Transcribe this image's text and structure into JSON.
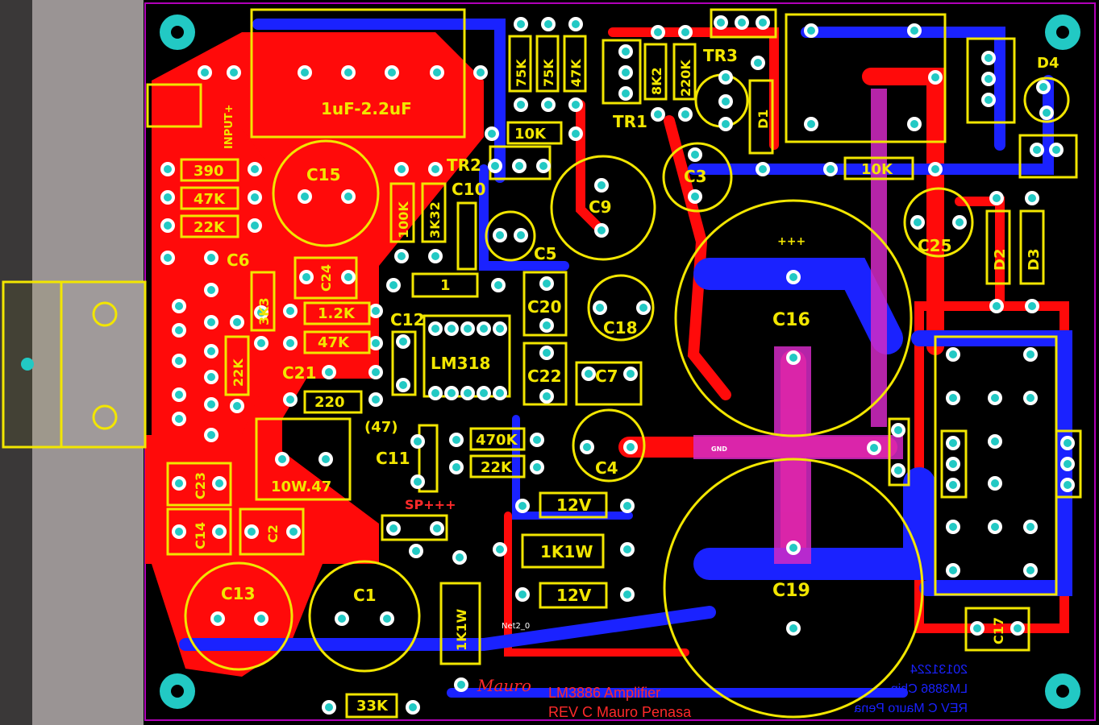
{
  "board": {
    "title_line1": "LM3886 Amplifier",
    "title_line2": "REV C Mauro Penasa",
    "mirror_line1": "20131224",
    "mirror_line2": "LM3886 Chip",
    "mirror_line3": "REV C Mauro Pena",
    "signature": "Mauro",
    "colors": {
      "background": "#000000",
      "top_copper": "#ff0a0a",
      "bottom_copper": "#1a22ff",
      "silkscreen": "#f2e600",
      "pad": "#22c9c4",
      "outline": "#b100b8",
      "heatsink": "#9a9494"
    }
  },
  "labels": {
    "input": "INPUT+",
    "cap_film": "1uF-2.2uF",
    "C15": "C15",
    "C6": "C6",
    "C24": "C24",
    "C12": "C12",
    "C21": "C21",
    "C23": "C23",
    "C14": "C14",
    "C2": "C2",
    "C13": "C13",
    "C1": "C1",
    "C11": "C11",
    "C10": "C10",
    "C5": "C5",
    "C9": "C9",
    "C3": "C3",
    "C20": "C20",
    "C18": "C18",
    "C22": "C22",
    "C7": "C7",
    "C4": "C4",
    "C16": "C16",
    "C19": "C19",
    "C25": "C25",
    "C17": "C17",
    "TR1": "TR1",
    "TR2": "TR2",
    "TR3": "TR3",
    "D1": "D1",
    "D2": "D2",
    "D3": "D3",
    "D4": "D4",
    "ic": "LM318",
    "plus": "+++",
    "sp": "SP+++",
    "r47": "(47)",
    "r10w": "10W.47",
    "gnd": "GND",
    "net": "Net2_0"
  },
  "resistors": {
    "r390": "390",
    "r47k_a": "47K",
    "r22k_a": "22K",
    "r100k": "100K",
    "r3k32": "3K32",
    "r1": "1",
    "r3k3": "3K3",
    "r1_2k": "1.2K",
    "r47k_b": "47K",
    "r22k_b": "22K",
    "r220": "220",
    "r470k": "470K",
    "r22k_c": "22K",
    "r75k_a": "75K",
    "r75k_b": "75K",
    "r47k_c": "47K",
    "r10k_a": "10K",
    "r8k2": "8K2",
    "r220k": "220K",
    "r10k_b": "10K",
    "z12v_a": "12V",
    "r1k1w_a": "1K1W",
    "z12v_b": "12V",
    "r1k1w_b": "1K1W",
    "r33k": "33K"
  }
}
